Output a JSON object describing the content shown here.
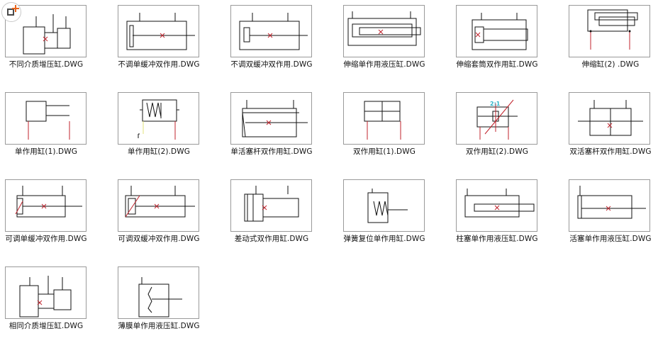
{
  "files": [
    {
      "name": "不同介质增压缸.DWG",
      "icon": "cylinder-different-medium-booster"
    },
    {
      "name": "不调单缓冲双作用.DWG",
      "icon": "cylinder-fixed-single-cushion-double"
    },
    {
      "name": "不调双缓冲双作用.DWG",
      "icon": "cylinder-fixed-double-cushion-double"
    },
    {
      "name": "伸缩单作用液压缸.DWG",
      "icon": "cylinder-telescopic-single-hydraulic"
    },
    {
      "name": "伸缩套筒双作用缸.DWG",
      "icon": "cylinder-telescopic-sleeve-double"
    },
    {
      "name": "伸缩缸(2) .DWG",
      "icon": "cylinder-telescopic-2"
    },
    {
      "name": "单作用缸(1).DWG",
      "icon": "cylinder-single-acting-1"
    },
    {
      "name": "单作用缸(2).DWG",
      "icon": "cylinder-single-acting-2"
    },
    {
      "name": "单活塞杆双作用缸.DWG",
      "icon": "cylinder-single-rod-double"
    },
    {
      "name": "双作用缸(1).DWG",
      "icon": "cylinder-double-acting-1"
    },
    {
      "name": "双作用缸(2).DWG",
      "icon": "cylinder-double-acting-2"
    },
    {
      "name": "双活塞杆双作用缸.DWG",
      "icon": "cylinder-double-rod-double"
    },
    {
      "name": "可调单缓冲双作用.DWG",
      "icon": "cylinder-adjustable-single-cushion"
    },
    {
      "name": "可调双缓冲双作用.DWG",
      "icon": "cylinder-adjustable-double-cushion"
    },
    {
      "name": "差动式双作用缸.DWG",
      "icon": "cylinder-differential-double"
    },
    {
      "name": "弹簧复位单作用缸.DWG",
      "icon": "cylinder-spring-return-single"
    },
    {
      "name": "柱塞单作用液压缸.DWG",
      "icon": "cylinder-plunger-single-hydraulic"
    },
    {
      "name": "活塞单作用液压缸.DWG",
      "icon": "cylinder-piston-single-hydraulic"
    },
    {
      "name": "相同介质增压缸.DWG",
      "icon": "cylinder-same-medium-booster"
    },
    {
      "name": "薄膜单作用液压缸.DWG",
      "icon": "cylinder-diaphragm-single-hydraulic"
    }
  ],
  "annotations": {
    "ratio": "2:1"
  },
  "colors": {
    "line": "#111111",
    "port": "#c0232c",
    "cross": "#c0232c",
    "ratio": "#2ab3c8",
    "thumb_border": "#9a9a9a",
    "label": "#111111"
  },
  "logo_icon": "add-folder-logo-icon"
}
